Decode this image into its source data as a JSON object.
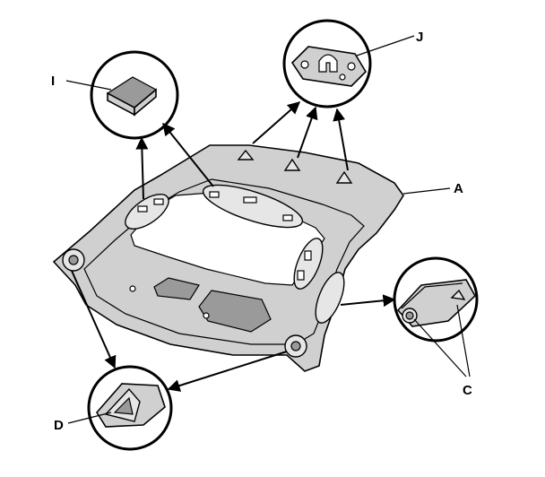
{
  "diagram": {
    "colors": {
      "panel": "#d0d0d0",
      "line": "#000000",
      "background": "#ffffff"
    },
    "callouts": [
      {
        "id": "A",
        "label": "A"
      },
      {
        "id": "C",
        "label": "C"
      },
      {
        "id": "D",
        "label": "D"
      },
      {
        "id": "I",
        "label": "I"
      },
      {
        "id": "J",
        "label": "J"
      }
    ]
  }
}
